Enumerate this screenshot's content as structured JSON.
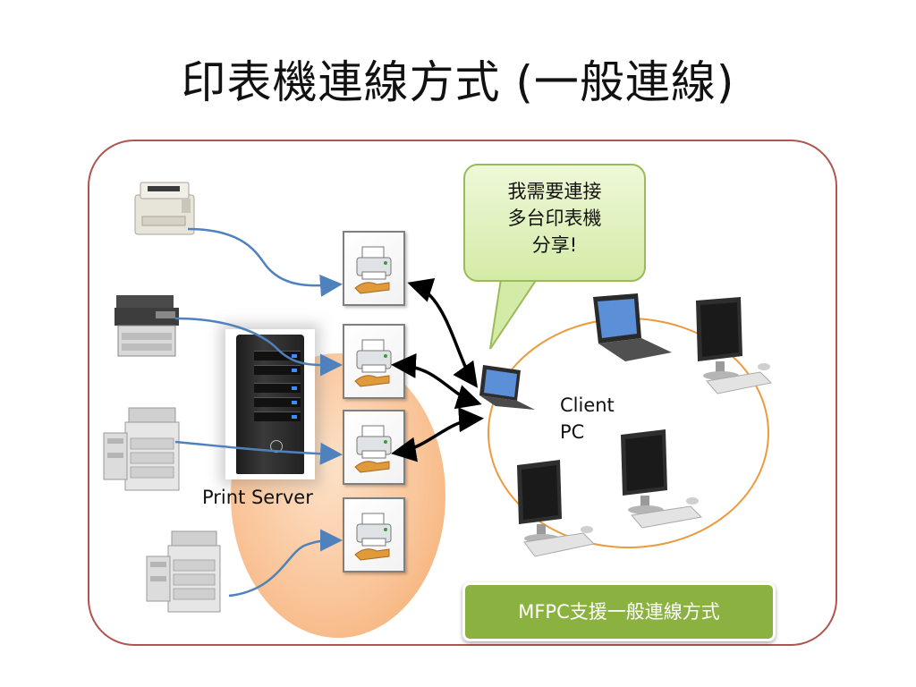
{
  "slide": {
    "title": "印表機連線方式 (一般連線)"
  },
  "labels": {
    "print_server": "Print Server",
    "client_pc": [
      "Client",
      "PC"
    ]
  },
  "callout": {
    "lines": [
      "我需要連接",
      "多台印表機",
      "分享!"
    ]
  },
  "badge": {
    "text": "MFPC支援一般連線方式"
  },
  "colors": {
    "frame_border": "#b0544f",
    "link_line": "#4f81bd",
    "arrow": "#000000",
    "server_circle": "#f9c295",
    "network_ring": "#ec9a3d",
    "callout_fill": "#d4eba7",
    "callout_border": "#9bbb59",
    "badge_fill": "#8bb241"
  },
  "icons": {
    "printers": [
      "laser-printer-icon",
      "multifunction-printer-icon",
      "copier-printer-icon",
      "copier-printer-icon"
    ],
    "queues": [
      "shared-printer-icon",
      "shared-printer-icon",
      "shared-printer-icon",
      "shared-printer-icon"
    ],
    "clients": [
      "laptop-icon",
      "laptop-icon",
      "desktop-pc-icon",
      "desktop-pc-icon",
      "desktop-pc-icon"
    ],
    "server": "server-tower-icon"
  }
}
